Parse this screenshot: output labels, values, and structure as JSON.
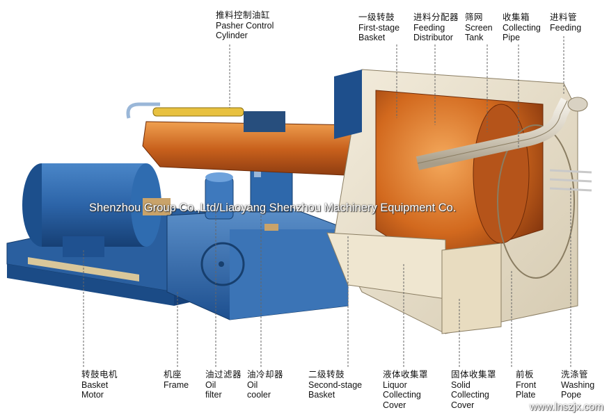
{
  "labels": {
    "pusher_cylinder": {
      "zh": "推料控制油缸",
      "en1": "Pasher Control",
      "en2": "Cylinder"
    },
    "first_basket": {
      "zh": "一级转鼓",
      "en1": "First-stage",
      "en2": "Basket"
    },
    "feeding_distributor": {
      "zh": "进料分配器",
      "en1": "Feeding",
      "en2": "Distributor"
    },
    "screen_tank": {
      "zh": "筛网",
      "en1": "Screen",
      "en2": "Tank"
    },
    "collecting_pipe": {
      "zh": "收集箱",
      "en1": "Collecting",
      "en2": "Pipe"
    },
    "feeding_pipe": {
      "zh": "进料管",
      "en1": "Feeding",
      "en2": ""
    },
    "basket_motor": {
      "zh": "转鼓电机",
      "en1": "Basket",
      "en2": "Motor"
    },
    "frame": {
      "zh": "机座",
      "en1": "Frame",
      "en2": ""
    },
    "oil_filter": {
      "zh": "油过滤器",
      "en1": "Oil",
      "en2": "filter"
    },
    "oil_cooler": {
      "zh": "油冷却器",
      "en1": "Oil",
      "en2": "cooler"
    },
    "second_basket": {
      "zh": "二级转鼓",
      "en1": "Second-stage",
      "en2": "Basket"
    },
    "liquor_cover": {
      "zh": "液体收集罩",
      "en1": "Liquor",
      "en2": "Collecting",
      "en3": "Cover"
    },
    "solid_cover": {
      "zh": "固体收集罩",
      "en1": "Solid",
      "en2": "Collecting",
      "en3": "Cover"
    },
    "front_plate": {
      "zh": "前板",
      "en1": "Front",
      "en2": "Plate"
    },
    "washing_pope": {
      "zh": "洗涤管",
      "en1": "Washing",
      "en2": "Pope"
    }
  },
  "watermark": "Shenzhou Group Co.,Ltd/Liaoyang Shenzhou Machinery Equipment Co.",
  "site": "www.lnszjx.com"
}
